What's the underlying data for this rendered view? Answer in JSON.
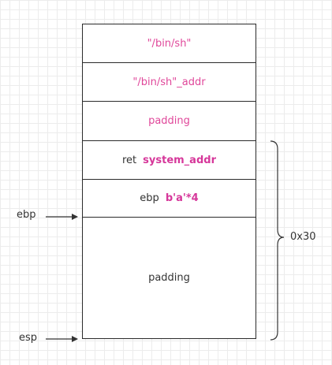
{
  "stack": {
    "cells": [
      {
        "text": "\"/bin/sh\""
      },
      {
        "text": "\"/bin/sh\"_addr"
      },
      {
        "text": "padding"
      },
      {
        "label": "ret",
        "value": "system_addr"
      },
      {
        "label": "ebp",
        "value": "b'a'*4"
      },
      {
        "text": "padding"
      }
    ]
  },
  "pointers": {
    "ebp": "ebp",
    "esp": "esp"
  },
  "brace_label": "0x30",
  "colors": {
    "highlight": "#e0479a",
    "border": "#2b2b2b",
    "text": "#333333"
  }
}
